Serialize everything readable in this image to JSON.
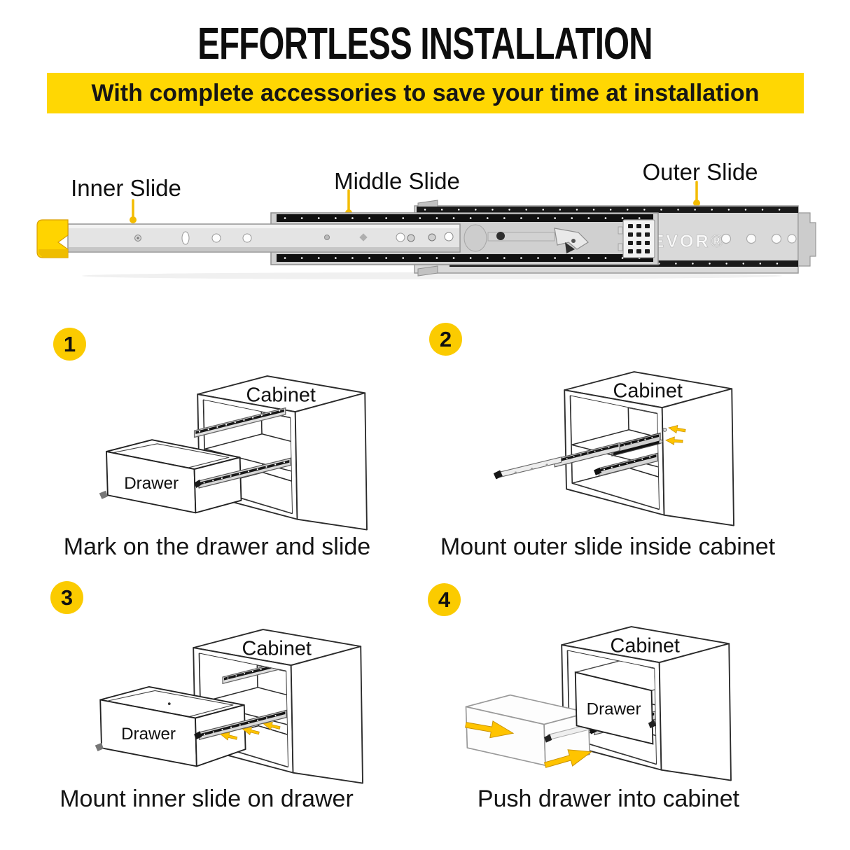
{
  "header": {
    "title": "EFFORTLESS INSTALLATION",
    "banner_text": "With complete accessories to save your time at installation",
    "banner_bg": "#FFD703",
    "title_color": "#0D0D0D"
  },
  "slide_diagram": {
    "inner_label": "Inner Slide",
    "middle_label": "Middle Slide",
    "outer_label": "Outer Slide",
    "brand_watermark": "VEVOR®",
    "pointer_color": "#F3BC00",
    "end_cap_color": "#FFD400"
  },
  "illustration_labels": {
    "cabinet": "Cabinet",
    "drawer": "Drawer"
  },
  "steps": [
    {
      "number": "1",
      "caption": "Mark on the drawer and slide"
    },
    {
      "number": "2",
      "caption": "Mount outer slide inside cabinet"
    },
    {
      "number": "3",
      "caption": "Mount inner slide on drawer"
    },
    {
      "number": "4",
      "caption": "Push drawer into cabinet"
    }
  ],
  "colors": {
    "badge_yellow": "#FBCB00",
    "arrow_yellow": "#FFC400",
    "line_black": "#222222",
    "slide_gray": "#D9D9D9"
  }
}
